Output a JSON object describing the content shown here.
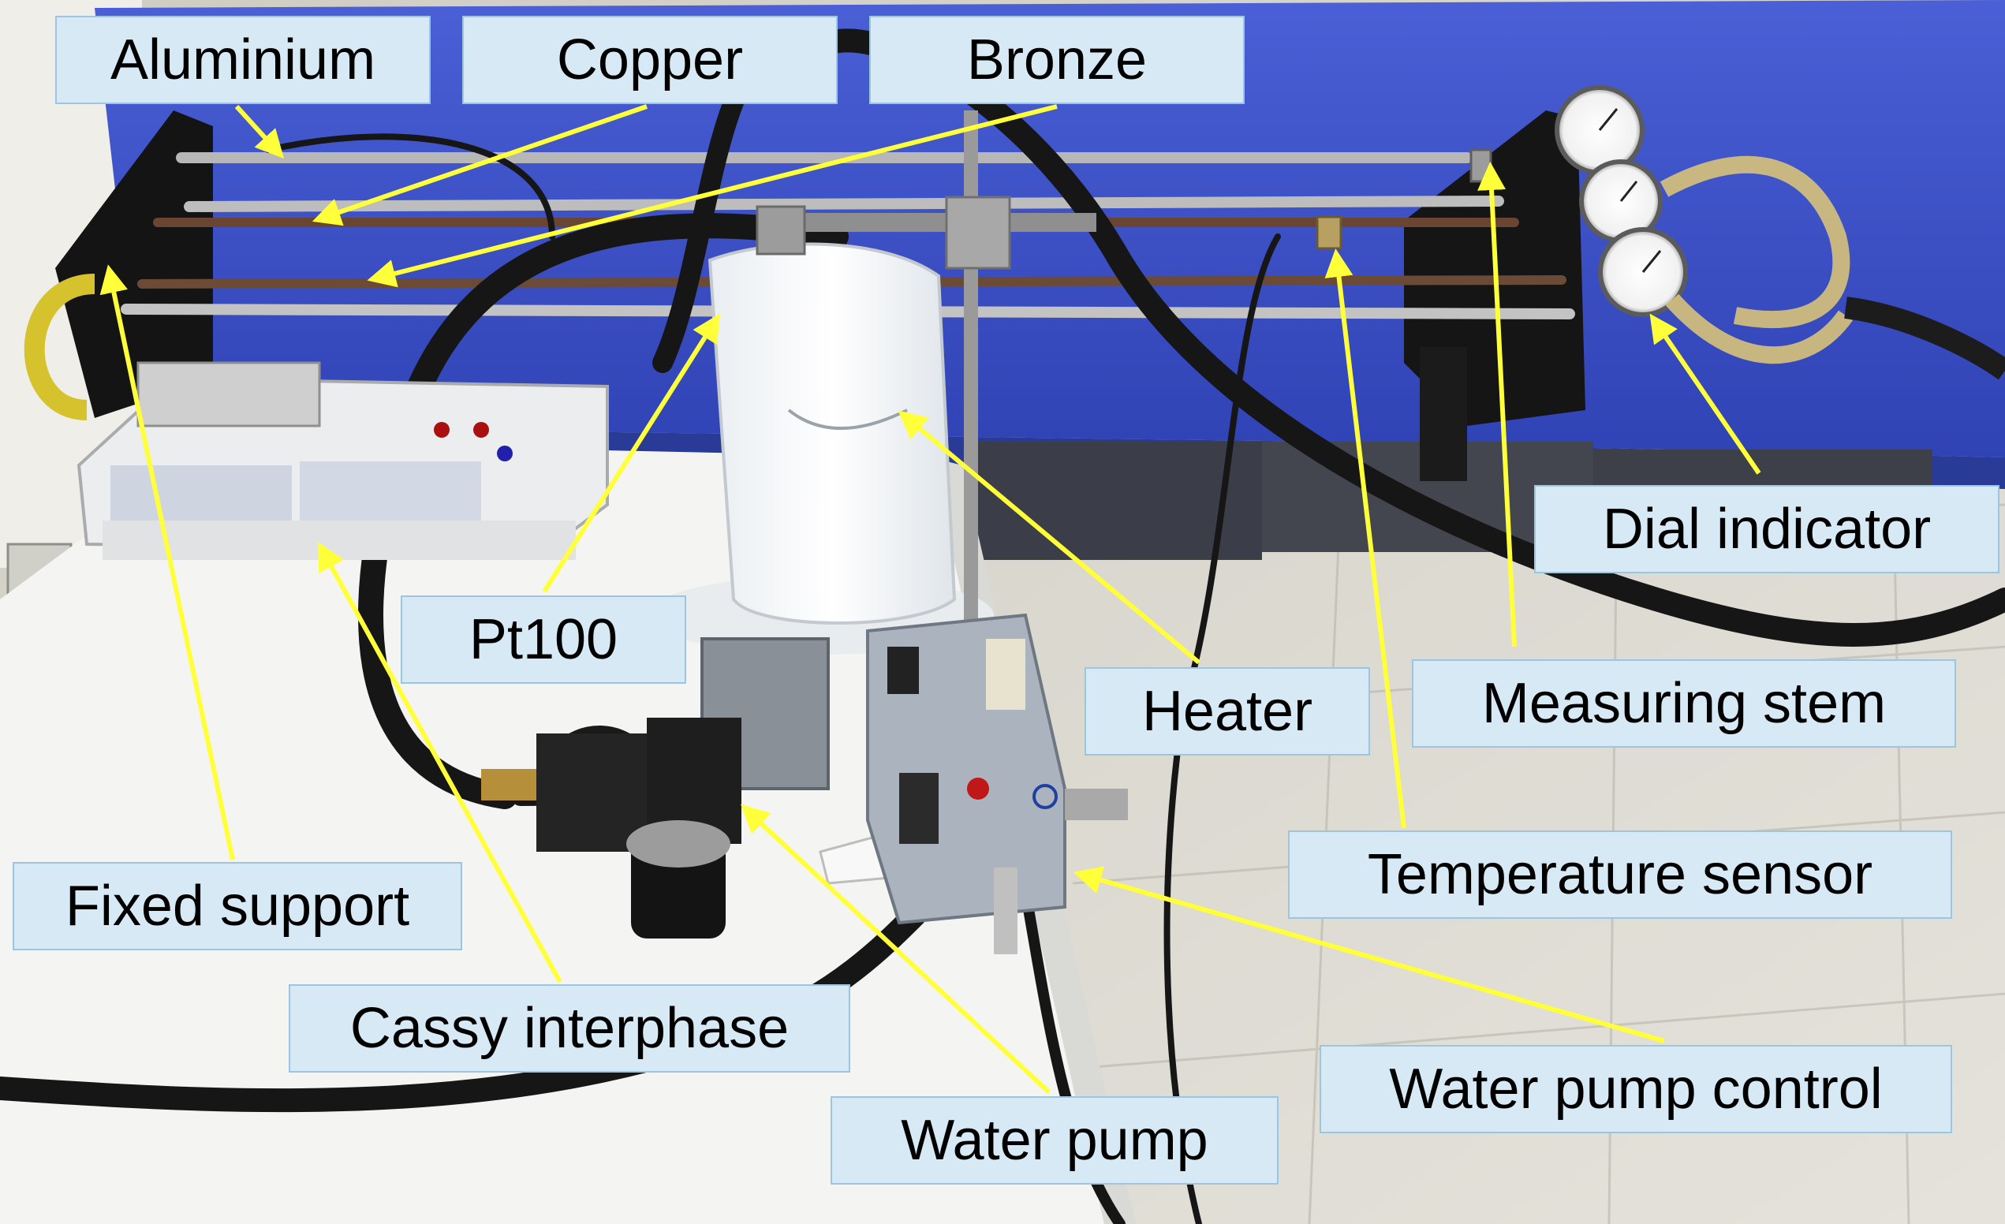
{
  "labels": {
    "aluminium": "Aluminium",
    "copper": "Copper",
    "bronze": "Bronze",
    "dial_indicator": "Dial indicator",
    "pt100": "Pt100",
    "heater": "Heater",
    "measuring_stem": "Measuring stem",
    "temperature_sensor": "Temperature sensor",
    "fixed_support": "Fixed support",
    "cassy_interphase": "Cassy interphase",
    "water_pump": "Water pump",
    "water_pump_control": "Water pump control"
  },
  "colors": {
    "label_fill": "#d6e9f5",
    "arrow": "#ffff3a",
    "bench": "#3a4fc7"
  }
}
